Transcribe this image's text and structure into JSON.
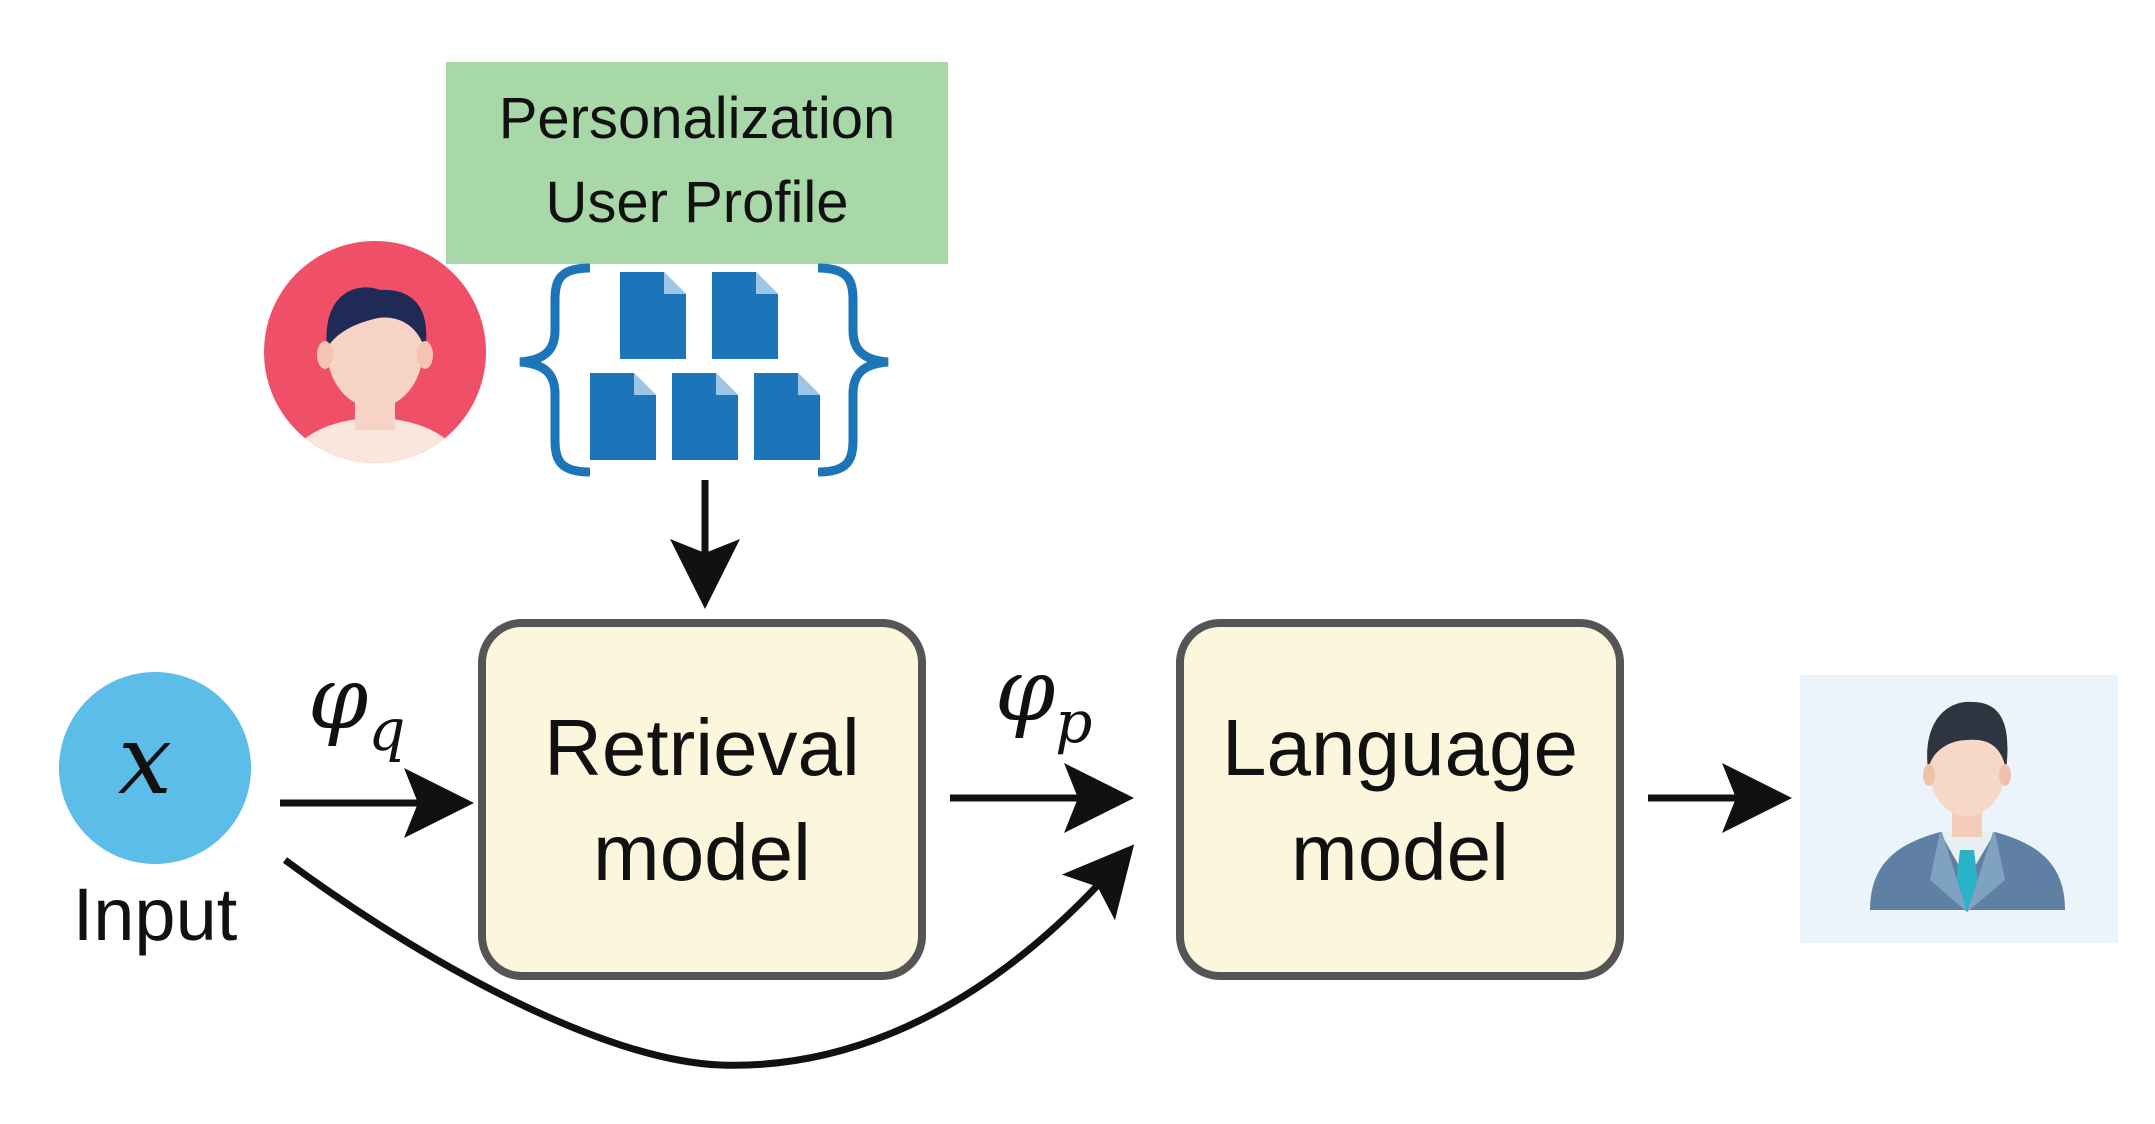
{
  "profile_box": {
    "line1": "Personalization",
    "line2": "User Profile"
  },
  "input": {
    "symbol": "x",
    "label": "Input"
  },
  "phi_q": {
    "base": "φ",
    "sub": "q"
  },
  "phi_p": {
    "base": "φ",
    "sub": "p"
  },
  "retrieval": {
    "line1": "Retrieval",
    "line2": "model"
  },
  "language": {
    "line1": "Language",
    "line2": "model"
  },
  "colors": {
    "profile_green": "#a8d8a8",
    "box_fill": "#fcf6dc",
    "box_stroke": "#555555",
    "input_blue": "#5bbde8",
    "doc_blue": "#1c74b9",
    "avatar_red": "#ef5068",
    "output_bg": "#ecf4fb"
  },
  "icons": [
    "user-avatar-icon",
    "document-icon",
    "output-person-icon"
  ]
}
